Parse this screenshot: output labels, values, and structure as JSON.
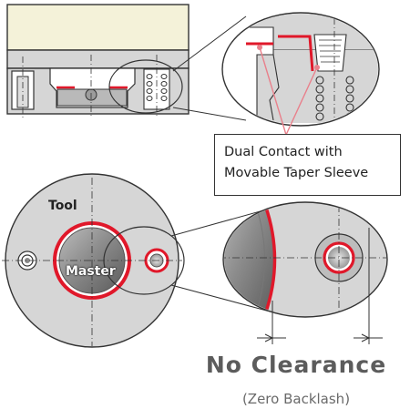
{
  "callout": {
    "line1": "Dual Contact with",
    "line2": "Movable Taper Sleeve"
  },
  "labels": {
    "tool": "Tool",
    "master": "Master"
  },
  "headline": {
    "title": "No Clearance",
    "subtitle": "(Zero Backlash)"
  },
  "colors": {
    "accent_red": "#e0182a",
    "callout_pink": "#e9808b",
    "tool_body": "#d6d6d6",
    "top_block": "#f4f2d9",
    "steel_dark": "#606060"
  }
}
